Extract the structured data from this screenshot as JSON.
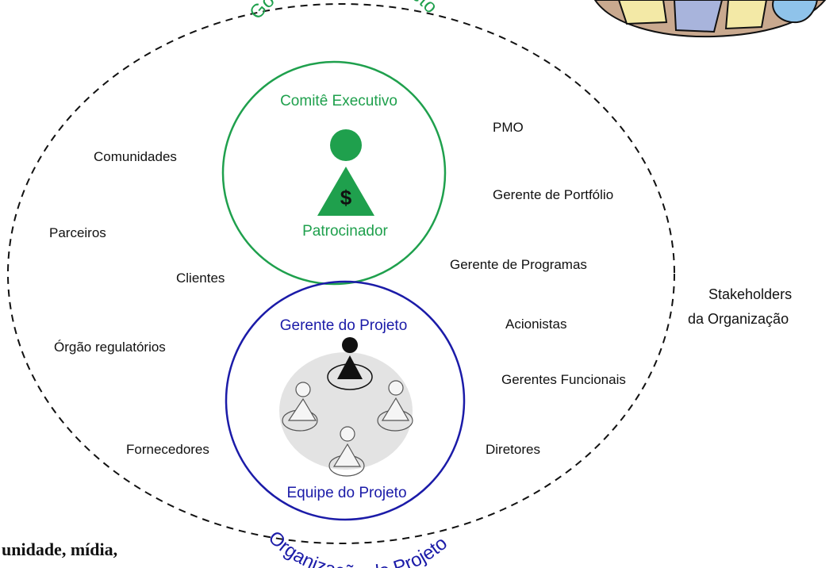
{
  "colors": {
    "governance": "#1fa04d",
    "organization": "#1b1ba8",
    "team_area": "#e3e3e3",
    "outline": "#111111"
  },
  "governance": {
    "arc_title": "Governança de Projeto",
    "committee": "Comitê Executivo",
    "sponsor": "Patrocinador",
    "sponsor_symbol": "$"
  },
  "organization": {
    "arc_title": "Organização de Projeto",
    "manager": "Gerente do Projeto",
    "team": "Equipe do Projeto"
  },
  "stakeholders_left": [
    "Comunidades",
    "Parceiros",
    "Clientes",
    "Órgão regulatórios",
    "Fornecedores"
  ],
  "stakeholders_right": [
    "PMO",
    "Gerente de Portfólio",
    "Gerente de Programas",
    "Acionistas",
    "Gerentes Funcionais",
    "Diretores"
  ],
  "organization_stakeholders": [
    "Stakeholders",
    "da Organização"
  ],
  "cut_text": "unidade, mídia,",
  "icons": [
    "sponsor-person-icon",
    "manager-person-icon",
    "team-member-icon",
    "clipart-papers-icon"
  ]
}
